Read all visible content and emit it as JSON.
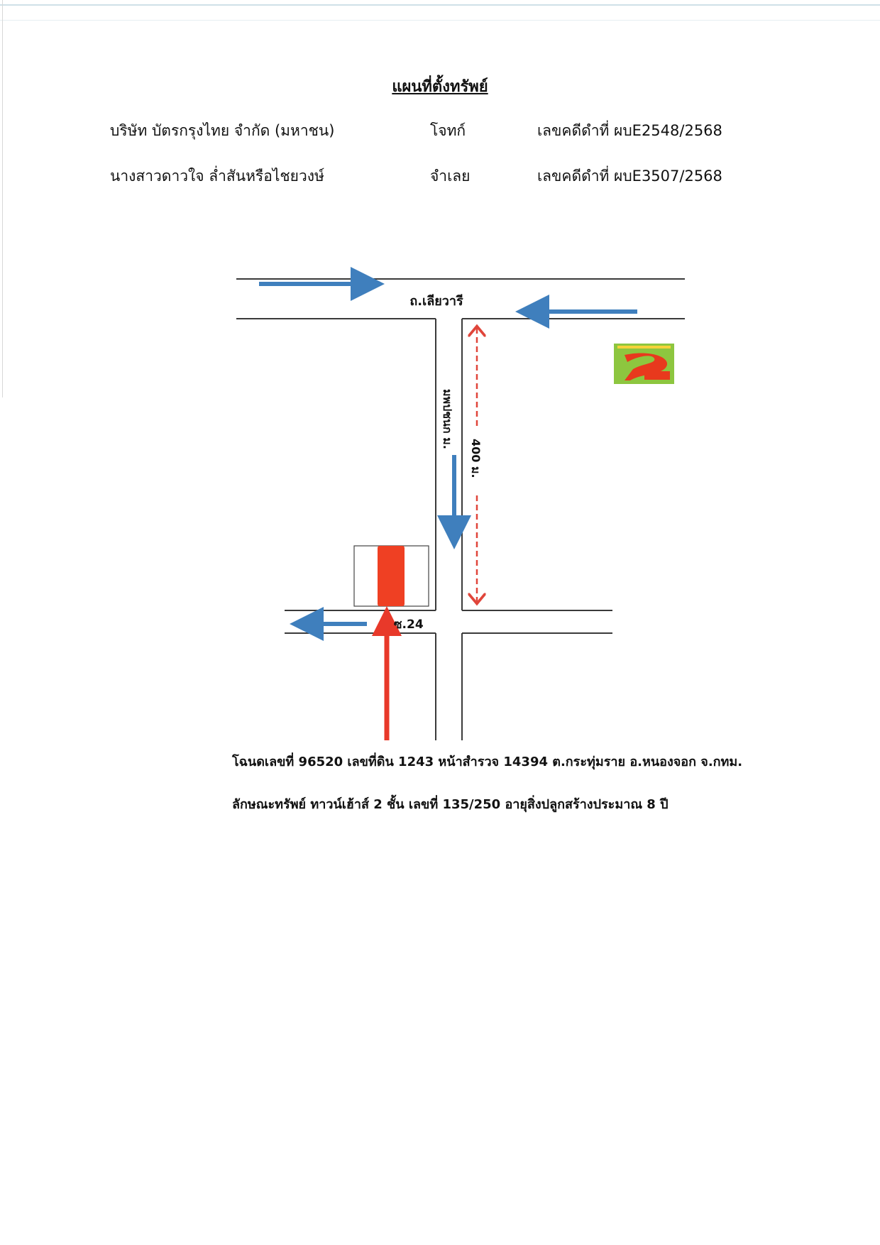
{
  "document": {
    "title": "แผนที่ตั้งทรัพย์",
    "parties": [
      {
        "name": "บริษัท บัตรกรุงไทย จำกัด (มหาชน)",
        "role": "โจทก์",
        "case": "เลขคดีดำที่ ผบE2548/2568"
      },
      {
        "name": "นางสาวดาวใจ  ล่ำสันหรือไชยวงษ์",
        "role": "จำเลย",
        "case": "เลขคดีดำที่ ผบE3507/2568"
      }
    ],
    "caption_line1": "โฉนดเลขที่ 96520   เลขที่ดิน 1243  หน้าสำรวจ 14394  ต.กระทุ่มราย  อ.หนองจอก  จ.กทม.",
    "caption_line2": "ลักษณะทรัพย์ ทาวน์เฮ้าส์ 2 ชั้น  เลขที่ 135/250  อายุสิ่งปลูกสร้างประมาณ  8  ปี"
  },
  "map": {
    "main_road_label": "ถ.เลียวารี",
    "side_road_label": "มพปชนก ม.",
    "distance_label": "400 ม.",
    "soi_label": "ซ.24",
    "landmark_logo": "logo-sign",
    "colors": {
      "road_line": "#3a3a3a",
      "blue_arrow": "#3f7fbd",
      "red_arrow": "#e8392a",
      "dashed_red": "#e0453a",
      "property_fill": "#ef4023",
      "logo_bg": "#8dc63f",
      "logo_mark": "#e8391d"
    }
  }
}
